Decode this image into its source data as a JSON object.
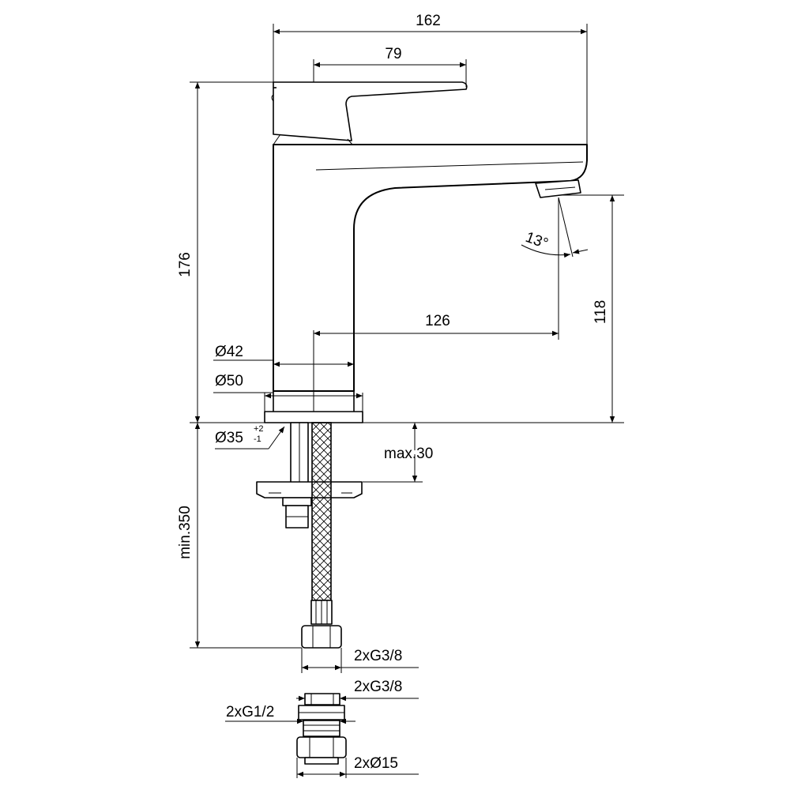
{
  "dimensions": {
    "overall_width": "162",
    "handle_length": "79",
    "overall_height": "176",
    "spout_outlet_height": "118",
    "spout_reach": "126",
    "spout_angle": "13°",
    "body_diameter": "Ø42",
    "base_diameter": "Ø50",
    "hole_diameter": "Ø35",
    "hole_tol_plus": "+2",
    "hole_tol_minus": "-1",
    "max_counter_thickness": "max.30",
    "min_hose_length": "min.350",
    "hose_connection_1": "2xG3/8",
    "hose_connection_2": "2xG3/8",
    "adapter_thread": "2xG1/2",
    "adapter_pipe": "2xØ15"
  }
}
